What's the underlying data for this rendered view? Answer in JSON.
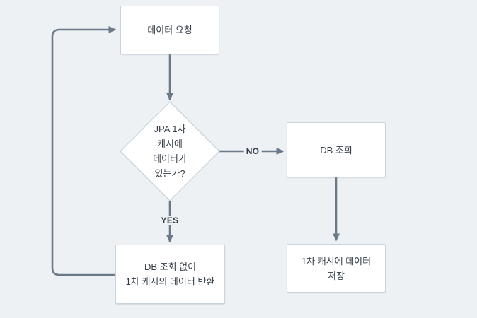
{
  "colors": {
    "background": "#edf1f4",
    "node_fill": "#ffffff",
    "node_border": "#c9d3dc",
    "connector": "#6b7a89",
    "text": "#333d47"
  },
  "flowchart": {
    "nodes": {
      "request": {
        "label": "데이터 요청"
      },
      "decision": {
        "lines": [
          "JPA 1차",
          "캐시에",
          "데이터가",
          "있는가?"
        ]
      },
      "db_lookup": {
        "label": "DB 조회"
      },
      "save_cache": {
        "lines": [
          "1차 캐시에 데이터",
          "저장"
        ]
      },
      "return_cache": {
        "lines": [
          "DB 조회 없이",
          "1차 캐시의 데이터 반환"
        ]
      }
    },
    "edge_labels": {
      "no": "NO",
      "yes": "YES"
    }
  }
}
